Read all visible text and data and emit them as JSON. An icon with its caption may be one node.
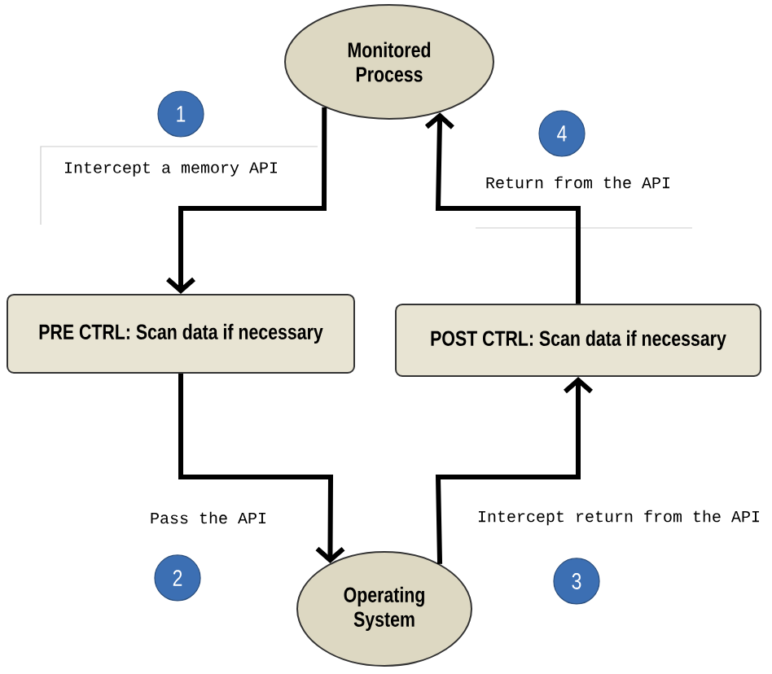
{
  "diagram": {
    "nodes": [
      {
        "text": [
          "Monitored Process"
        ]
      },
      {
        "text": [
          "1"
        ]
      },
      {
        "text": [
          "4"
        ]
      },
      {
        "text": [
          "PRE CTRL: Scan data if necessary"
        ]
      },
      {
        "text": [
          "POST CTRL: Scan data if necessary"
        ]
      },
      {
        "text": [
          "2"
        ]
      },
      {
        "text": [
          "3"
        ]
      },
      {
        "text": [
          "Operating System"
        ]
      }
    ],
    "edges": [
      {
        "from": 0,
        "to": 3,
        "arrow": "to",
        "label": "Intercept a memory API"
      },
      {
        "from": 3,
        "to": 7,
        "arrow": "to",
        "label": "Pass the API"
      },
      {
        "from": 7,
        "to": 4,
        "arrow": "to",
        "label": "Intercept return from the API"
      },
      {
        "from": 4,
        "to": 0,
        "arrow": "to",
        "label": "Return from the API"
      }
    ]
  }
}
